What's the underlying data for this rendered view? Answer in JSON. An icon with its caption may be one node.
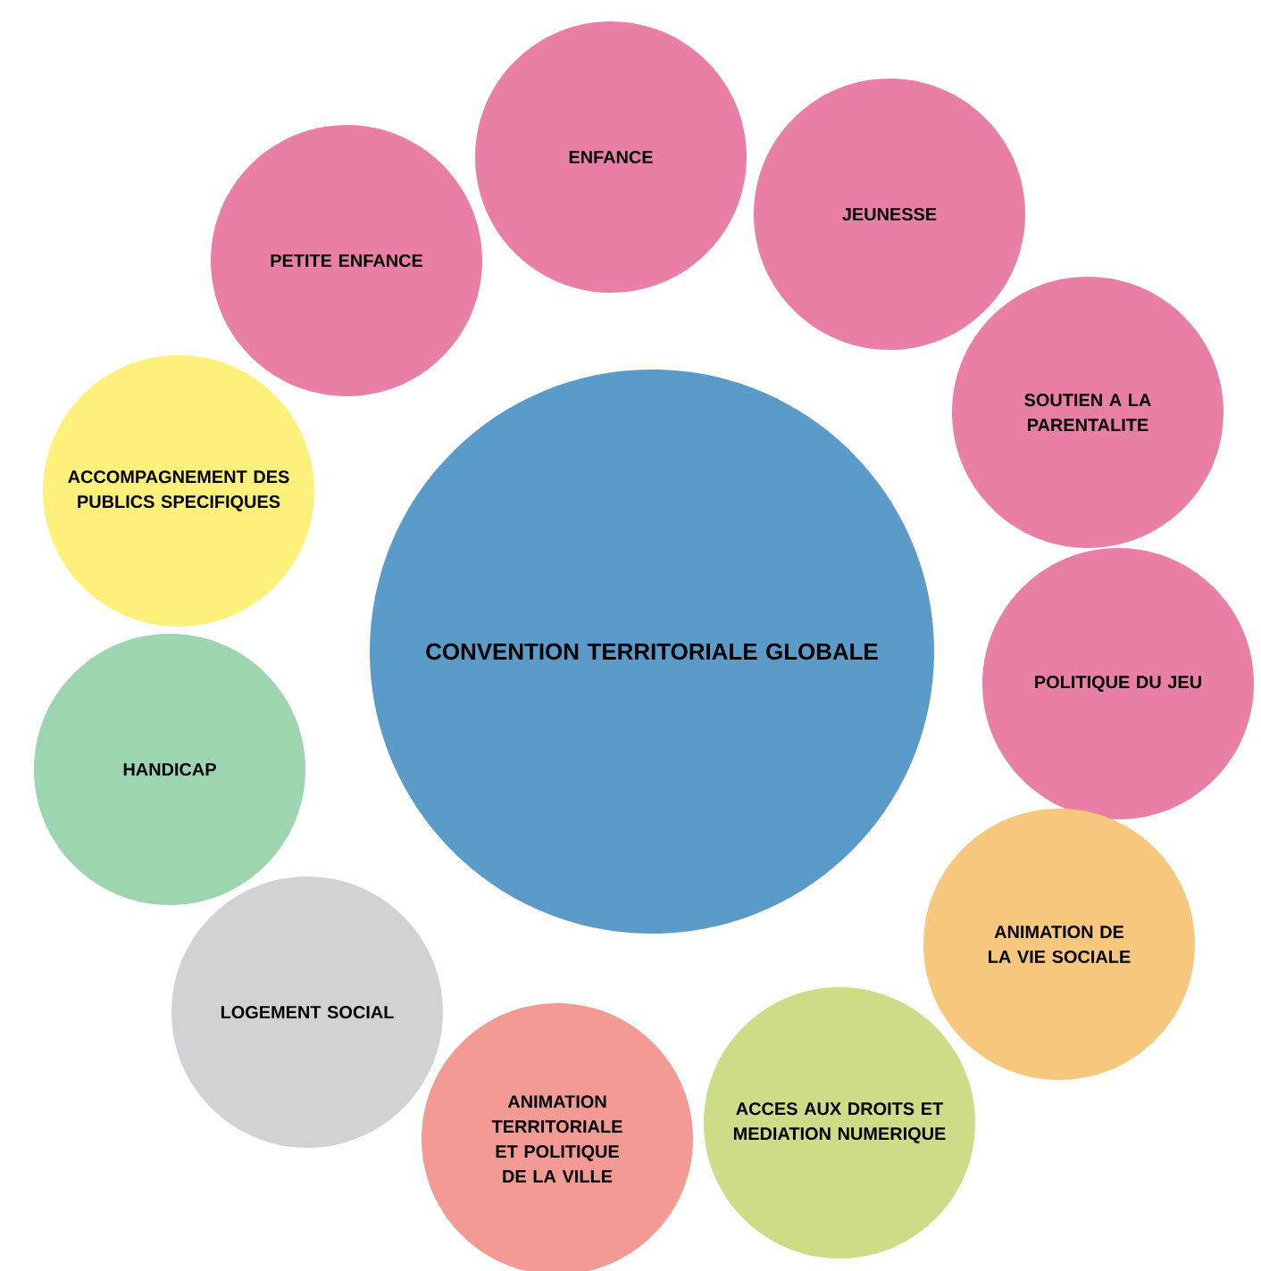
{
  "diagram": {
    "nodes": [
      {
        "text": [
          "CONVENTION TERRITORIALE GLOBALE"
        ]
      },
      {
        "text": [
          "PETITE ENFANCE"
        ]
      },
      {
        "text": [
          "ENFANCE"
        ]
      },
      {
        "text": [
          "JEUNESSE"
        ]
      },
      {
        "text": [
          "SOUTIEN A LA PARENTALITE"
        ]
      },
      {
        "text": [
          "POLITIQUE DU JEU"
        ]
      },
      {
        "text": [
          "ANIMATION DE LA VIE SOCIALE"
        ]
      },
      {
        "text": [
          "ACCES AUX DROITS ET MEDIATION NUMERIQUE"
        ]
      },
      {
        "text": [
          "ANIMATION TERRITORIALE ET POLITIQUE DE LA VILLE"
        ]
      },
      {
        "text": [
          "LOGEMENT SOCIAL"
        ]
      },
      {
        "text": [
          "HANDICAP"
        ]
      },
      {
        "text": [
          "ACCOMPAGNEMENT DES PUBLICS SPECIFIQUES"
        ]
      }
    ]
  }
}
